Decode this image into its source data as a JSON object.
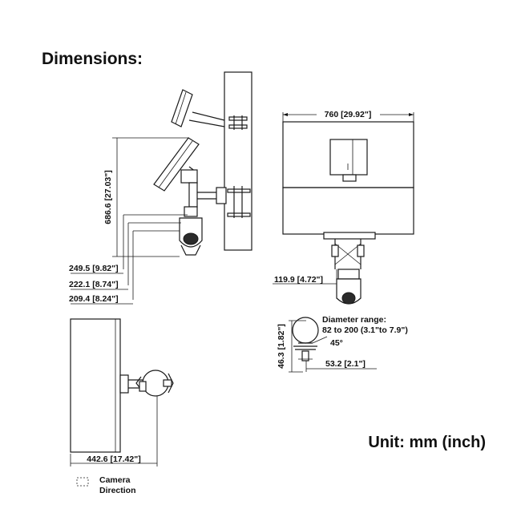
{
  "heading": "Dimensions:",
  "unit_note": "Unit: mm (inch)",
  "dimensions": {
    "height": "686.6 [27.03\"]",
    "reach_1": "249.5 [9.82\"]",
    "reach_2": "222.1 [8.74\"]",
    "reach_3": "209.4 [8.24\"]",
    "panel_width": "760 [29.92\"]",
    "bracket_width": "119.9 [4.72\"]",
    "clamp_height": "46.3 [1.82\"]",
    "clamp_width": "53.2 [2.1\"]",
    "side_depth": "442.6 [17.42\"]"
  },
  "clamp": {
    "diameter_title": "Diameter range:",
    "diameter_range": "82 to 200 (3.1\"to 7.9\")",
    "angle": "45°"
  },
  "legend": {
    "line1": "Camera",
    "line2": "Direction"
  }
}
